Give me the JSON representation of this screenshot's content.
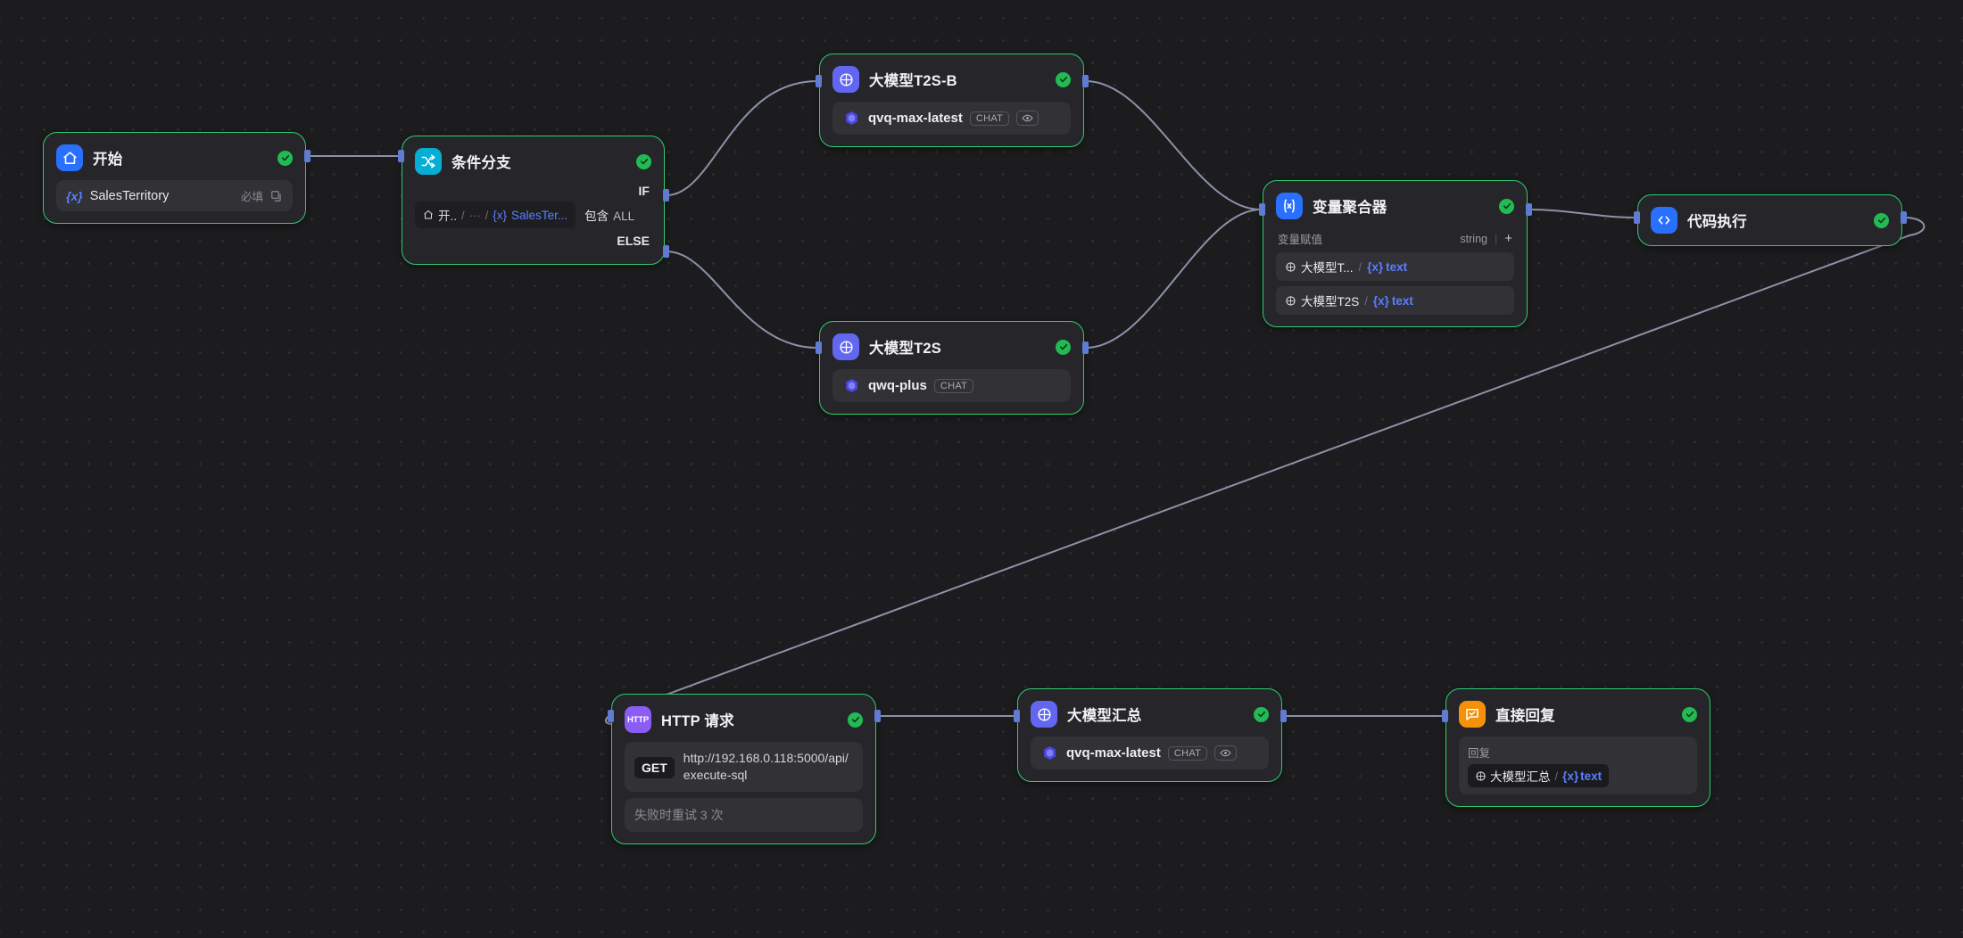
{
  "canvas": {
    "background": "#1c1c1e",
    "node_border": "#2ecc71",
    "edge_color": "#8b92a8",
    "handle_color": "#5f7bd4"
  },
  "nodes": {
    "start": {
      "title": "开始",
      "icon": "home-icon",
      "icon_color": "#2970ff",
      "status": "success",
      "variable": {
        "prefix": "{x}",
        "name": "SalesTerritory",
        "required_label": "必填",
        "copy_icon": "copy-icon"
      }
    },
    "branch": {
      "title": "条件分支",
      "icon": "branch-icon",
      "icon_color": "#06aed4",
      "status": "success",
      "if_label": "IF",
      "else_label": "ELSE",
      "condition": {
        "source_icon": "home-icon",
        "source": "开..",
        "ellipsis": "···",
        "var_prefix": "{x}",
        "var": "SalesTer...",
        "operator": "包含",
        "scope": "ALL"
      }
    },
    "llm_t2s_b": {
      "title": "大模型T2S-B",
      "icon": "llm-icon",
      "icon_color": "#6366f1",
      "status": "success",
      "model": {
        "provider_icon": "tongyi-icon",
        "name": "qvq-max-latest",
        "tag": "CHAT",
        "eye_icon": "eye-icon"
      }
    },
    "llm_t2s": {
      "title": "大模型T2S",
      "icon": "llm-icon",
      "icon_color": "#6366f1",
      "status": "success",
      "model": {
        "provider_icon": "tongyi-icon",
        "name": "qwq-plus",
        "tag": "CHAT"
      }
    },
    "aggregator": {
      "title": "变量聚合器",
      "icon": "variable-icon",
      "icon_color": "#2970ff",
      "status": "success",
      "section_label": "变量赋值",
      "output_type": "string",
      "add_label": "+",
      "items": [
        {
          "node_icon": "llm-icon",
          "node": "大模型T...",
          "separator": "/",
          "var_prefix": "{x}",
          "var": "text"
        },
        {
          "node_icon": "llm-icon",
          "node": "大模型T2S",
          "separator": "/",
          "var_prefix": "{x}",
          "var": "text"
        }
      ]
    },
    "code": {
      "title": "代码执行",
      "icon": "code-icon",
      "icon_color": "#2970ff",
      "status": "success"
    },
    "http": {
      "title": "HTTP 请求",
      "icon": "http-icon",
      "icon_color": "#8b5cf6",
      "status": "success",
      "method": "GET",
      "url": "http://192.168.0.118:5000/api/execute-sql",
      "retry": "失败时重试 3 次"
    },
    "llm_summary": {
      "title": "大模型汇总",
      "icon": "llm-icon",
      "icon_color": "#6366f1",
      "status": "success",
      "model": {
        "provider_icon": "tongyi-icon",
        "name": "qvq-max-latest",
        "tag": "CHAT",
        "eye_icon": "eye-icon"
      }
    },
    "answer": {
      "title": "直接回复",
      "icon": "answer-icon",
      "icon_color": "#f79009",
      "status": "success",
      "reply_label": "回复",
      "reply_ref": {
        "node_icon": "llm-icon",
        "node": "大模型汇总",
        "separator": "/",
        "var_prefix": "{x}",
        "var": "text"
      }
    }
  }
}
